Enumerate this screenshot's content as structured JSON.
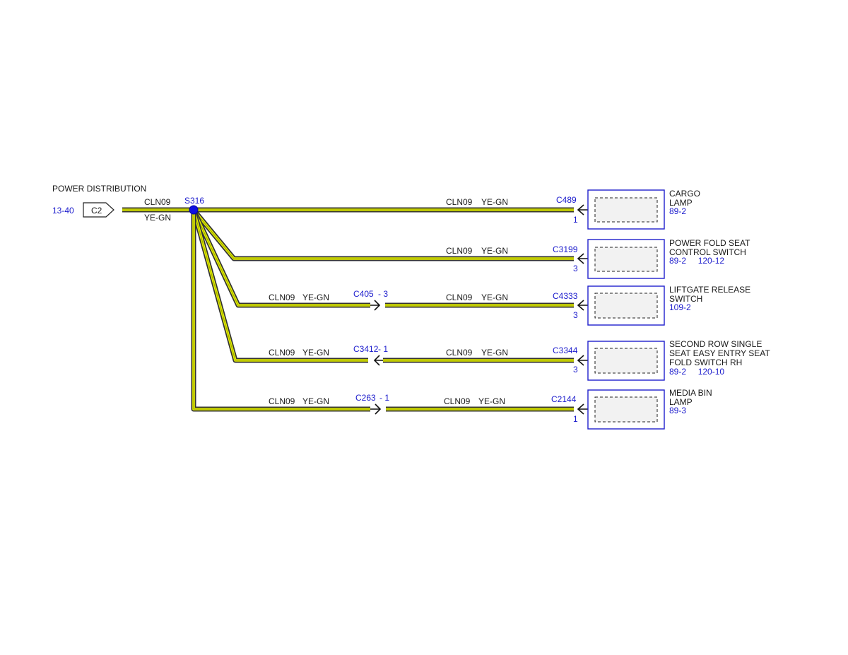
{
  "source": {
    "title": "POWER DISTRIBUTION",
    "ref": "13-40",
    "connector": "C2",
    "circuit": "CLN09",
    "color": "YE-GN"
  },
  "splice": {
    "id": "S316"
  },
  "branches": [
    {
      "circuit": "CLN09",
      "color": "YE-GN",
      "connector": "C489",
      "pin": "1",
      "component_lines": [
        "CARGO",
        "LAMP"
      ],
      "refs": "89-2"
    },
    {
      "circuit": "CLN09",
      "color": "YE-GN",
      "connector": "C3199",
      "pin": "3",
      "component_lines": [
        "POWER FOLD SEAT",
        "CONTROL SWITCH"
      ],
      "refs": "89-2     120-12"
    },
    {
      "inline": {
        "circuit": "CLN09",
        "color": "YE-GN",
        "connector": "C405",
        "pin": "- 3"
      },
      "circuit": "CLN09",
      "color": "YE-GN",
      "connector": "C4333",
      "pin": "3",
      "component_lines": [
        "LIFTGATE RELEASE",
        "SWITCH"
      ],
      "refs": "109-2"
    },
    {
      "inline": {
        "circuit": "CLN09",
        "color": "YE-GN",
        "connector": "C3412",
        "pin": "- 1"
      },
      "circuit": "CLN09",
      "color": "YE-GN",
      "connector": "C3344",
      "pin": "3",
      "component_lines": [
        "SECOND ROW SINGLE",
        "SEAT EASY ENTRY SEAT",
        "FOLD SWITCH RH"
      ],
      "refs": "89-2     120-10"
    },
    {
      "inline": {
        "circuit": "CLN09",
        "color": "YE-GN",
        "connector": "C263",
        "pin": "- 1"
      },
      "circuit": "CLN09",
      "color": "YE-GN",
      "connector": "C2144",
      "pin": "1",
      "component_lines": [
        "MEDIA BIN",
        "LAMP"
      ],
      "refs": "89-3"
    }
  ],
  "colors": {
    "wire": "#e6f000",
    "wire_edge": "#333333",
    "label_blue": "#1a1acc",
    "box_border": "#2020cc"
  }
}
